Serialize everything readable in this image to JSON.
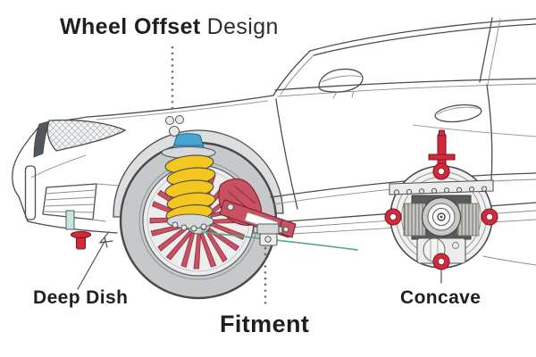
{
  "diagram": {
    "title": {
      "emphasis": "Wheel Offset",
      "rest": "Design"
    },
    "callouts": [
      {
        "id": "deep_dish",
        "label": "Deep Dish",
        "pointer": "thin-line-to-front-bumper-clip"
      },
      {
        "id": "fitment",
        "label": "Fitment",
        "pointer": "dotted-line-to-axle-bracket"
      },
      {
        "id": "concave",
        "label": "Concave",
        "pointer": "short-line-to-drum-hub"
      }
    ],
    "title_pointer": "dotted-line-to-coilover-top",
    "icons": [
      "sedan-outline-illustration",
      "red-spoke-wheel-icon",
      "yellow-coilover-spring-icon",
      "red-control-arm-icon",
      "rear-drum-hub-icon",
      "red-adjuster-bolt-icon",
      "green-reference-line"
    ],
    "colors": {
      "ink": "#1f1f1f",
      "outline": "#4d4d4d",
      "part_red": "#c85162",
      "bolt_red": "#d2293b",
      "spring_yellow": "#f3c71f",
      "mount_blue": "#46a5d2",
      "line_green": "#4fae85",
      "accent_teal": "#c9e6da",
      "tire_gray": "#c6c8ca",
      "fender_gray": "#dcdee0"
    }
  }
}
